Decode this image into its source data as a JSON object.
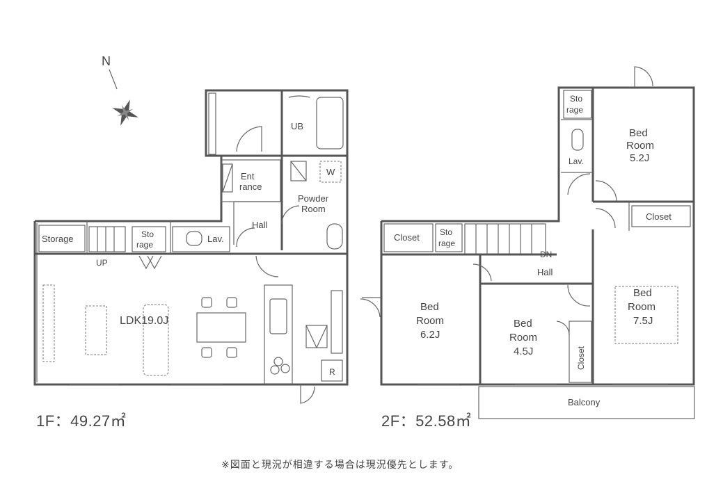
{
  "compass": {
    "north_label": "N"
  },
  "floor1": {
    "area_label": "1F：49.27㎡",
    "rooms": {
      "storage": "Storage",
      "storage2_a": "Sto",
      "storage2_b": "rage",
      "lav": "Lav.",
      "up": "UP",
      "entrance_a": "Ent",
      "entrance_b": "rance",
      "hall": "Hall",
      "powder_a": "Powder",
      "powder_b": "Room",
      "ub": "UB",
      "w": "W",
      "ldk": "LDK19.0J",
      "r": "R"
    }
  },
  "floor2": {
    "area_label": "2F：52.58㎡",
    "rooms": {
      "storage_a": "Sto",
      "storage_b": "rage",
      "lav": "Lav.",
      "bed52_a": "Bed",
      "bed52_b": "Room",
      "bed52_c": "5.2J",
      "closet_top_right": "Closet",
      "closet_left": "Closet",
      "storage2_a": "Sto",
      "storage2_b": "rage",
      "dn": "DN",
      "hall": "Hall",
      "bed62_a": "Bed",
      "bed62_b": "Room",
      "bed62_c": "6.2J",
      "bed45_a": "Bed",
      "bed45_b": "Room",
      "bed45_c": "4.5J",
      "closet_vertical": "Closet",
      "bed75_a": "Bed",
      "bed75_b": "Room",
      "bed75_c": "7.5J",
      "balcony": "Balcony"
    }
  },
  "note": "※図面と現況が相違する場合は現況優先とします。"
}
